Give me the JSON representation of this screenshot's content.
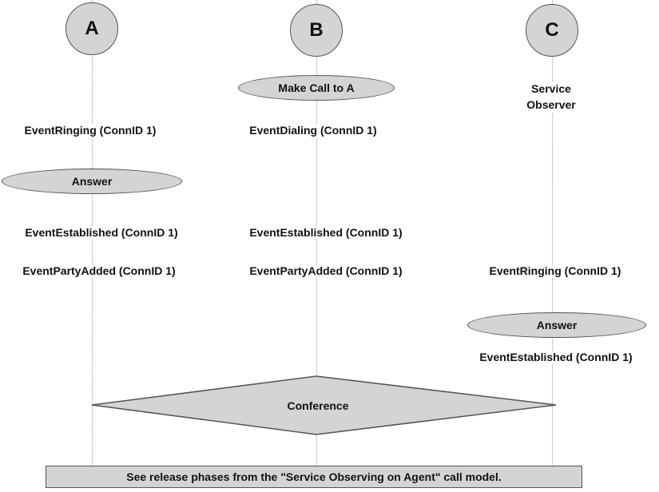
{
  "parties": {
    "a": "A",
    "b": "B",
    "c": "C"
  },
  "b_actions": {
    "make_call": "Make Call to A"
  },
  "c_label": "Service\nObserver",
  "events": {
    "a_ringing": "EventRinging (ConnID 1)",
    "b_dialing": "EventDialing (ConnID 1)",
    "a_answer": "Answer",
    "a_established": "EventEstablished (ConnID 1)",
    "b_established": "EventEstablished (ConnID 1)",
    "a_party_added": "EventPartyAdded (ConnID 1)",
    "b_party_added": "EventPartyAdded (ConnID 1)",
    "c_ringing": "EventRinging (ConnID 1)",
    "c_answer": "Answer",
    "c_established": "EventEstablished (ConnID 1)"
  },
  "conference": "Conference",
  "footer": "See release phases  from the \"Service Observing on Agent\" call model."
}
